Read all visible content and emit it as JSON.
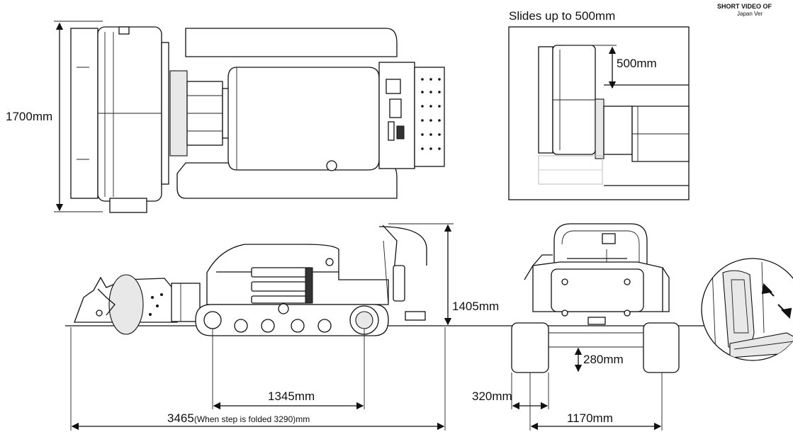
{
  "corner_text": {
    "line1": "SHORT VIDEO OF",
    "line2": "Japan Ver"
  },
  "inset": {
    "title": "Slides up to 500mm",
    "slide_value": "500mm"
  },
  "dimensions": {
    "width_top": "1700mm",
    "height_side": "1405mm",
    "wheelbase": "1345mm",
    "overall_length_value": "3465",
    "overall_length_note": "(When step is folded 3290)",
    "overall_length_unit": "mm",
    "ground_clearance": "280mm",
    "track_width": "320mm",
    "track_gauge": "1170mm"
  },
  "colors": {
    "line": "#111111",
    "background": "#ffffff"
  },
  "icons": [
    "arrow-up-left-icon",
    "arrow-down-right-icon"
  ]
}
